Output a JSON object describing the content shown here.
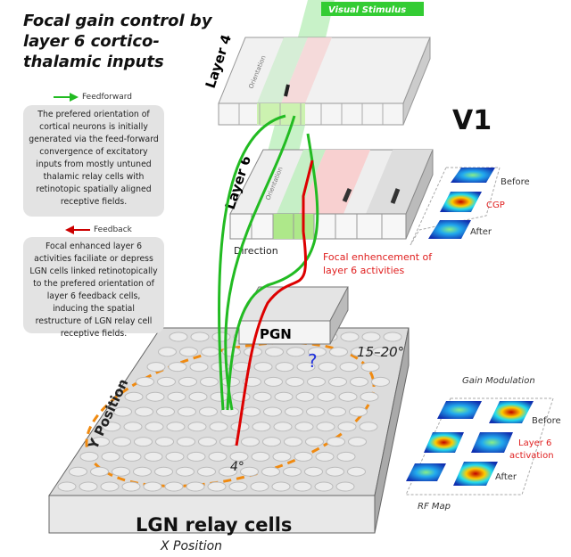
{
  "title": "Focal gain control by layer 6 cortico-thalamic inputs",
  "legend": {
    "feedforward": {
      "label": "Feedforward",
      "color": "#22bb22"
    },
    "feedback": {
      "label": "Feedback",
      "color": "#cc0000"
    }
  },
  "feedforward_text": "The prefered orientation of cortical neurons is initially generated via the feed-forward convergence of excitatory inputs from mostly untuned thalamic relay cells with retinotopic spatially aligned receptive fields.",
  "feedback_text": "Focal enhanced layer 6 activities faciliate or depress LGN cells linked retinotopically to the prefered orientation of layer 6 feedback cells, inducing the spatial restructure of LGN relay cell receptive fields.",
  "stimulus": "Visual Stimulus",
  "v1": "V1",
  "layer4": {
    "label": "Layer 4",
    "axis": "Orientation"
  },
  "layer6": {
    "label": "Layer 6",
    "axis": "Orientation",
    "direction": "Direction"
  },
  "focal_text": [
    "Focal enhencement of",
    "layer 6 activities"
  ],
  "pgn": "PGN",
  "question": "?",
  "lgn": {
    "label": "LGN relay cells",
    "x_axis": "X Position",
    "y_axis": "Y Position",
    "extent": "15–20°",
    "inner": "4°"
  },
  "cgp_panel": {
    "before": "Before",
    "cgp": "CGP",
    "after": "After"
  },
  "gain_panel": {
    "title": "Gain Modulation",
    "before": "Before",
    "layer6": "Layer 6",
    "activation": "activation",
    "after": "After",
    "rf_map": "RF Map"
  }
}
